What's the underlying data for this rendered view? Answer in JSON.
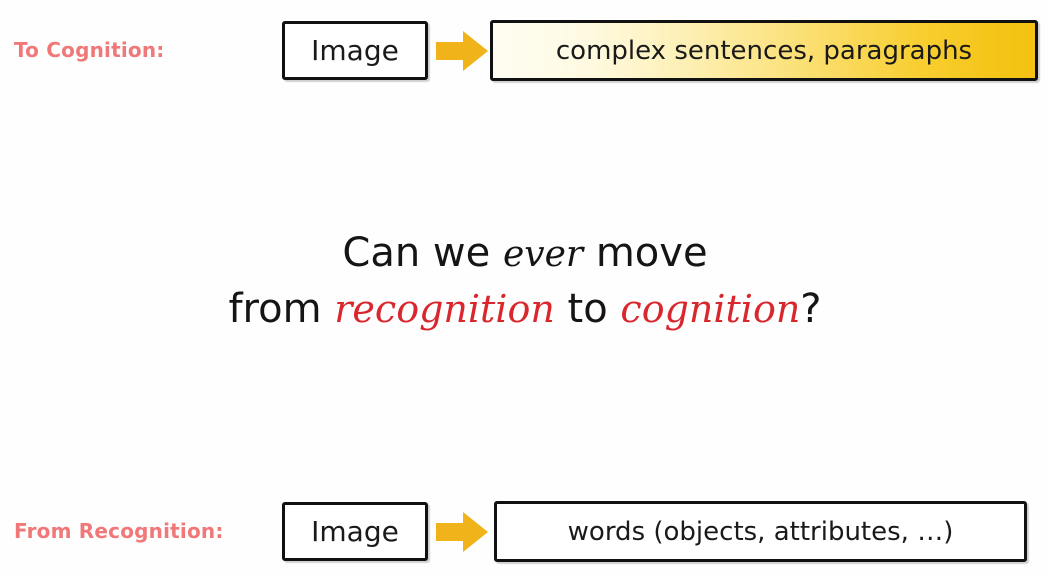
{
  "slide": {
    "background_color": "#fefefe",
    "accent_salmon": "#f07878",
    "accent_red": "#d9272e",
    "accent_amber": "#f0b41a",
    "gradient_start": "#fffdf3",
    "gradient_end": "#f3c212"
  },
  "rows": {
    "top": {
      "label": "To Cognition:",
      "input_box": "Image",
      "arrow_icon": "right-arrow-icon",
      "output_box": "complex sentences, paragraphs"
    },
    "bottom": {
      "label": "From Recognition:",
      "input_box": "Image",
      "arrow_icon": "right-arrow-icon",
      "output_box": "words (objects, attributes, …)"
    }
  },
  "question": {
    "line1_part1": "Can we ",
    "line1_emphasis": "ever",
    "line1_part2": " move",
    "line2_part1": "from ",
    "line2_red1": "recognition",
    "line2_part2": " to ",
    "line2_red2": "cognition",
    "line2_part3": "?"
  }
}
